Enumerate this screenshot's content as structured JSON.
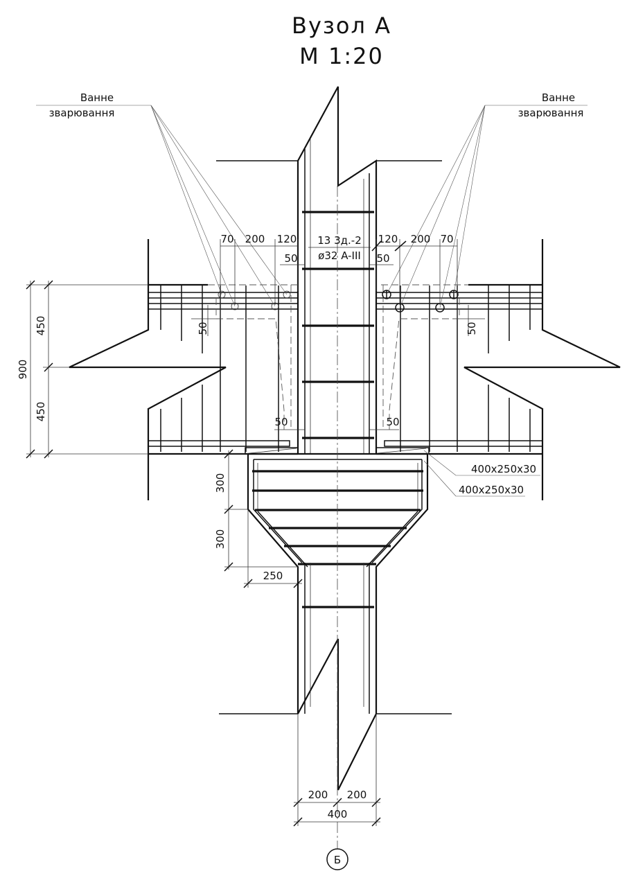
{
  "title": {
    "line1": "Вузол А",
    "line2": "М 1:20"
  },
  "callouts": {
    "left_line1": "Ванне",
    "left_line2": "зварювання",
    "right_line1": "Ванне",
    "right_line2": "зварювання",
    "rebar_line1": "13 3д.-2",
    "rebar_line2": "ø32 A-III",
    "plate_upper": "400x250x30",
    "plate_lower": "400x250x30"
  },
  "dimensions": {
    "top_left": [
      "70",
      "200",
      "120"
    ],
    "top_right": [
      "120",
      "200",
      "70"
    ],
    "gap_left_upper": "50",
    "gap_right_upper": "50",
    "gap_left_side": "50",
    "gap_right_side": "50",
    "gap_left_lower": "50",
    "gap_right_lower": "50",
    "height_upper": "450",
    "height_lower": "450",
    "height_total": "900",
    "console_upper": "300",
    "console_lower": "300",
    "console_width": "250",
    "bottom_half_left": "200",
    "bottom_half_right": "200",
    "bottom_total": "400"
  },
  "axis_marker": "Б"
}
